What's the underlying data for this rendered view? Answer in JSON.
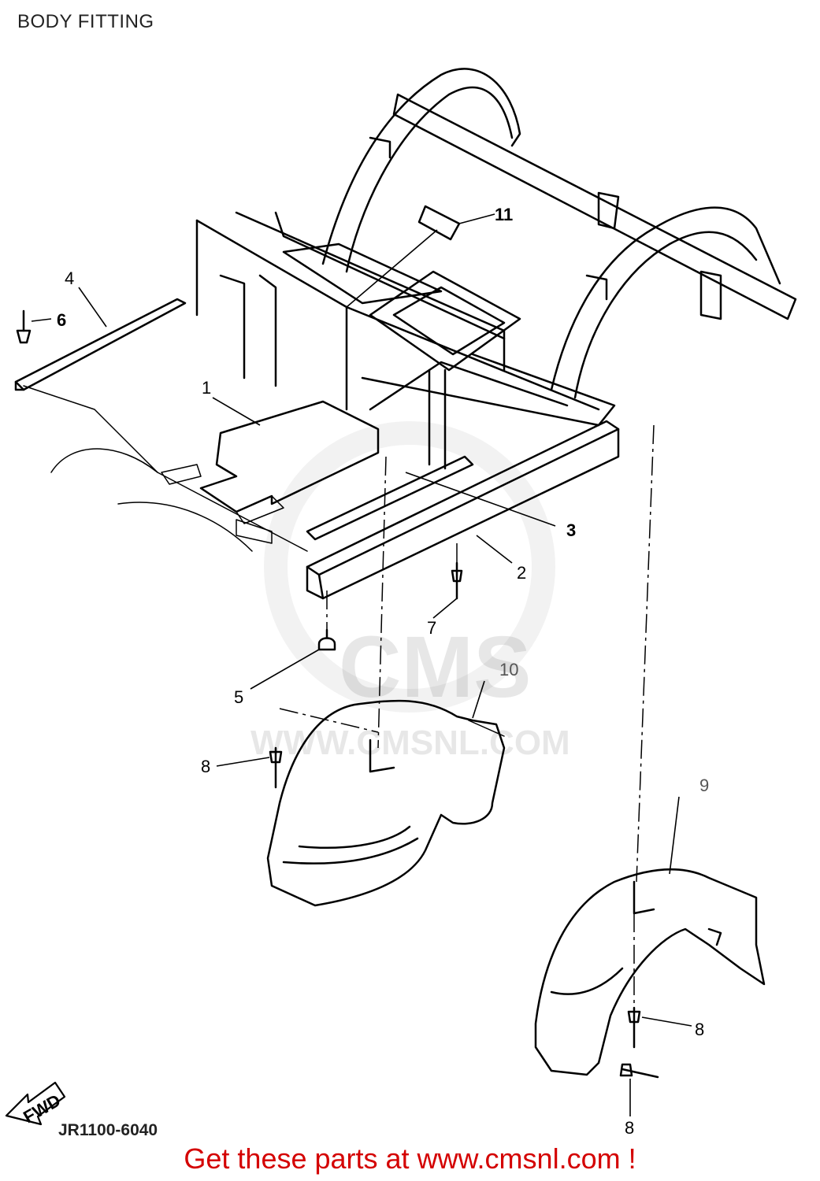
{
  "header": {
    "title": "BODY FITTING"
  },
  "diagram": {
    "callouts": [
      "1",
      "2",
      "3",
      "4",
      "5",
      "6",
      "7",
      "8",
      "9",
      "10",
      "11"
    ],
    "fwd_label": "FWD",
    "watermark_main": "CMS",
    "watermark_url": "WWW.CMSNL.COM"
  },
  "footer": {
    "code": "JR1100-6040",
    "promo": "Get these parts at www.cmsnl.com !"
  },
  "colors": {
    "promo": "#d40000",
    "line": "#000000"
  }
}
